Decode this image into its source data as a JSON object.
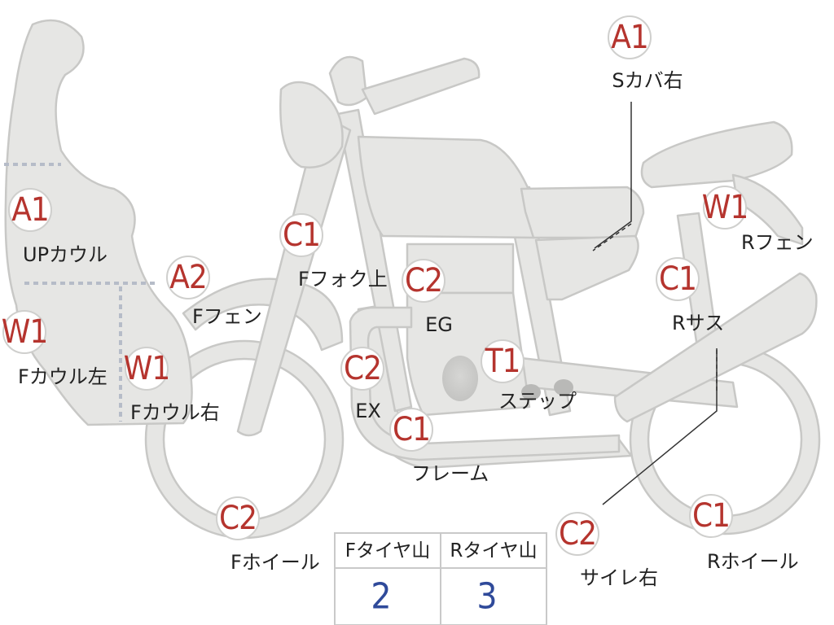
{
  "colors": {
    "code": "#b5342e",
    "value": "#2f4a9a",
    "part_fill": "#e6e6e4",
    "part_stroke": "#c8c8c6"
  },
  "markers": [
    {
      "id": "up-cowl",
      "code": "A1",
      "label": "UPカウル"
    },
    {
      "id": "f-cowl-left",
      "code": "W1",
      "label": "Fカウル左"
    },
    {
      "id": "f-cowl-right",
      "code": "W1",
      "label": "Fカウル右"
    },
    {
      "id": "f-fender",
      "code": "A2",
      "label": "Fフェン"
    },
    {
      "id": "f-fork-upper",
      "code": "C1",
      "label": "Fフォク上"
    },
    {
      "id": "engine",
      "code": "C2",
      "label": "EG"
    },
    {
      "id": "exhaust",
      "code": "C2",
      "label": "EX"
    },
    {
      "id": "frame",
      "code": "C1",
      "label": "フレーム"
    },
    {
      "id": "step",
      "code": "T1",
      "label": "ステップ"
    },
    {
      "id": "f-wheel",
      "code": "C2",
      "label": "Fホイール"
    },
    {
      "id": "s-cover-right",
      "code": "A1",
      "label": "Sカバ右"
    },
    {
      "id": "r-fender",
      "code": "W1",
      "label": "Rフェン"
    },
    {
      "id": "r-suspension",
      "code": "C1",
      "label": "Rサス"
    },
    {
      "id": "silencer-right",
      "code": "C2",
      "label": "サイレ右"
    },
    {
      "id": "r-wheel",
      "code": "C1",
      "label": "Rホイール"
    }
  ],
  "tyre_table": {
    "headers": [
      "Fタイヤ山",
      "Rタイヤ山"
    ],
    "values": [
      "2",
      "3"
    ]
  }
}
